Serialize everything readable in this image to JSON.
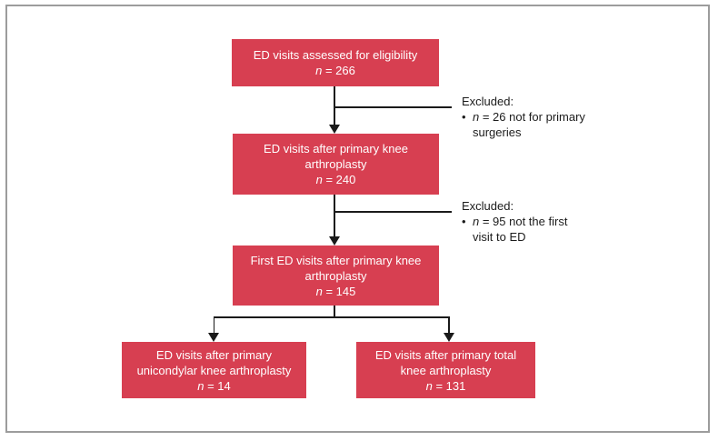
{
  "figure": {
    "boxes": [
      {
        "label": "ED visits assessed for eligibility",
        "n_symbol": "n",
        "n_rest": " = 266"
      },
      {
        "label": "ED visits after primary knee arthroplasty",
        "n_symbol": "n",
        "n_rest": " = 240"
      },
      {
        "label": "First ED visits after primary knee arthroplasty",
        "n_symbol": "n",
        "n_rest": " = 145"
      },
      {
        "label": "ED visits after primary unicondylar knee arthroplasty",
        "n_symbol": "n",
        "n_rest": " = 14"
      },
      {
        "label": "ED visits after primary total knee arthroplasty",
        "n_symbol": "n",
        "n_rest": " = 131"
      }
    ],
    "exclusions": [
      {
        "title": "Excluded:",
        "bullet": "•",
        "n_symbol": "n",
        "rest_line1": " = 26 not for primary",
        "line2": "surgeries"
      },
      {
        "title": "Excluded:",
        "bullet": "•",
        "n_symbol": "n",
        "rest_line1": " = 95 not the first",
        "line2": "visit to ED"
      }
    ],
    "colors": {
      "box_red": "#d73f51",
      "line_black": "#1a1a1a",
      "frame_gray": "#9c9c9c",
      "box_text": "#ffffff",
      "note_text": "#1c1c1c"
    }
  }
}
